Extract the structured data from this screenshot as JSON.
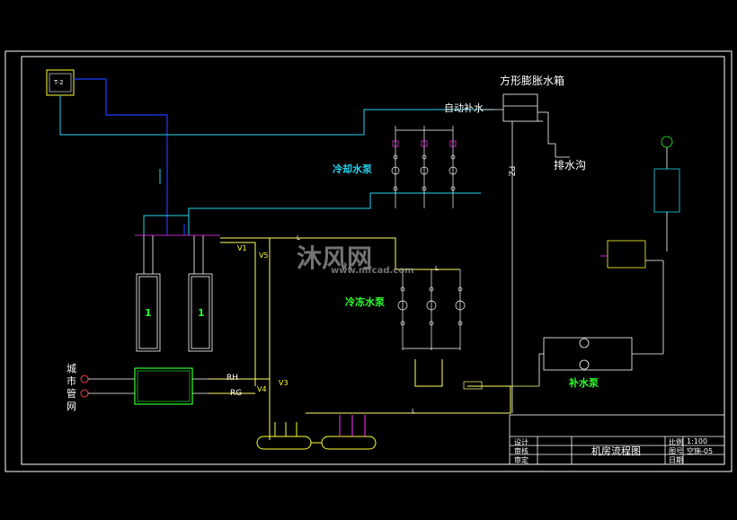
{
  "labels": {
    "expansion_tank": "方形膨胀水箱",
    "auto_makeup": "自动补水",
    "drain_pit": "排水沟",
    "pz": "PZ",
    "cooling_pump": "冷却水泵",
    "chilled_pump": "冷冻水泵",
    "makeup_pump": "补水泵",
    "city_network": [
      "城",
      "市",
      "管",
      "网"
    ],
    "rh": "RH",
    "rg": "RG",
    "v1": "V1",
    "v3": "V3",
    "v4": "V4",
    "v5": "V5",
    "chiller_1": "1",
    "chiller_2": "1",
    "t2": "T-2",
    "l_top": "L",
    "l_mid": "L",
    "l_bottom": "L"
  },
  "watermark": {
    "brand": "沐风网",
    "url": "www.mfcad.com"
  },
  "title_block": {
    "drawing_name": "机房流程图",
    "scale_label": "比例",
    "scale_value": "1:100",
    "drawing_no_label": "图号",
    "drawing_no_value": "空施-05",
    "date_label": "日期",
    "designer_label": "设计",
    "checker_label": "审核",
    "reviewer_label": "审定"
  },
  "colors": {
    "background": "#000000",
    "frame": "#ffffff",
    "supply_line": "#1e3cff",
    "cooling_line": "#22d3ee",
    "chilled_line": "#ffff66",
    "equipment": "#ffffff",
    "accent_green": "#2cff2c",
    "accent_magenta": "#ff33ff"
  }
}
